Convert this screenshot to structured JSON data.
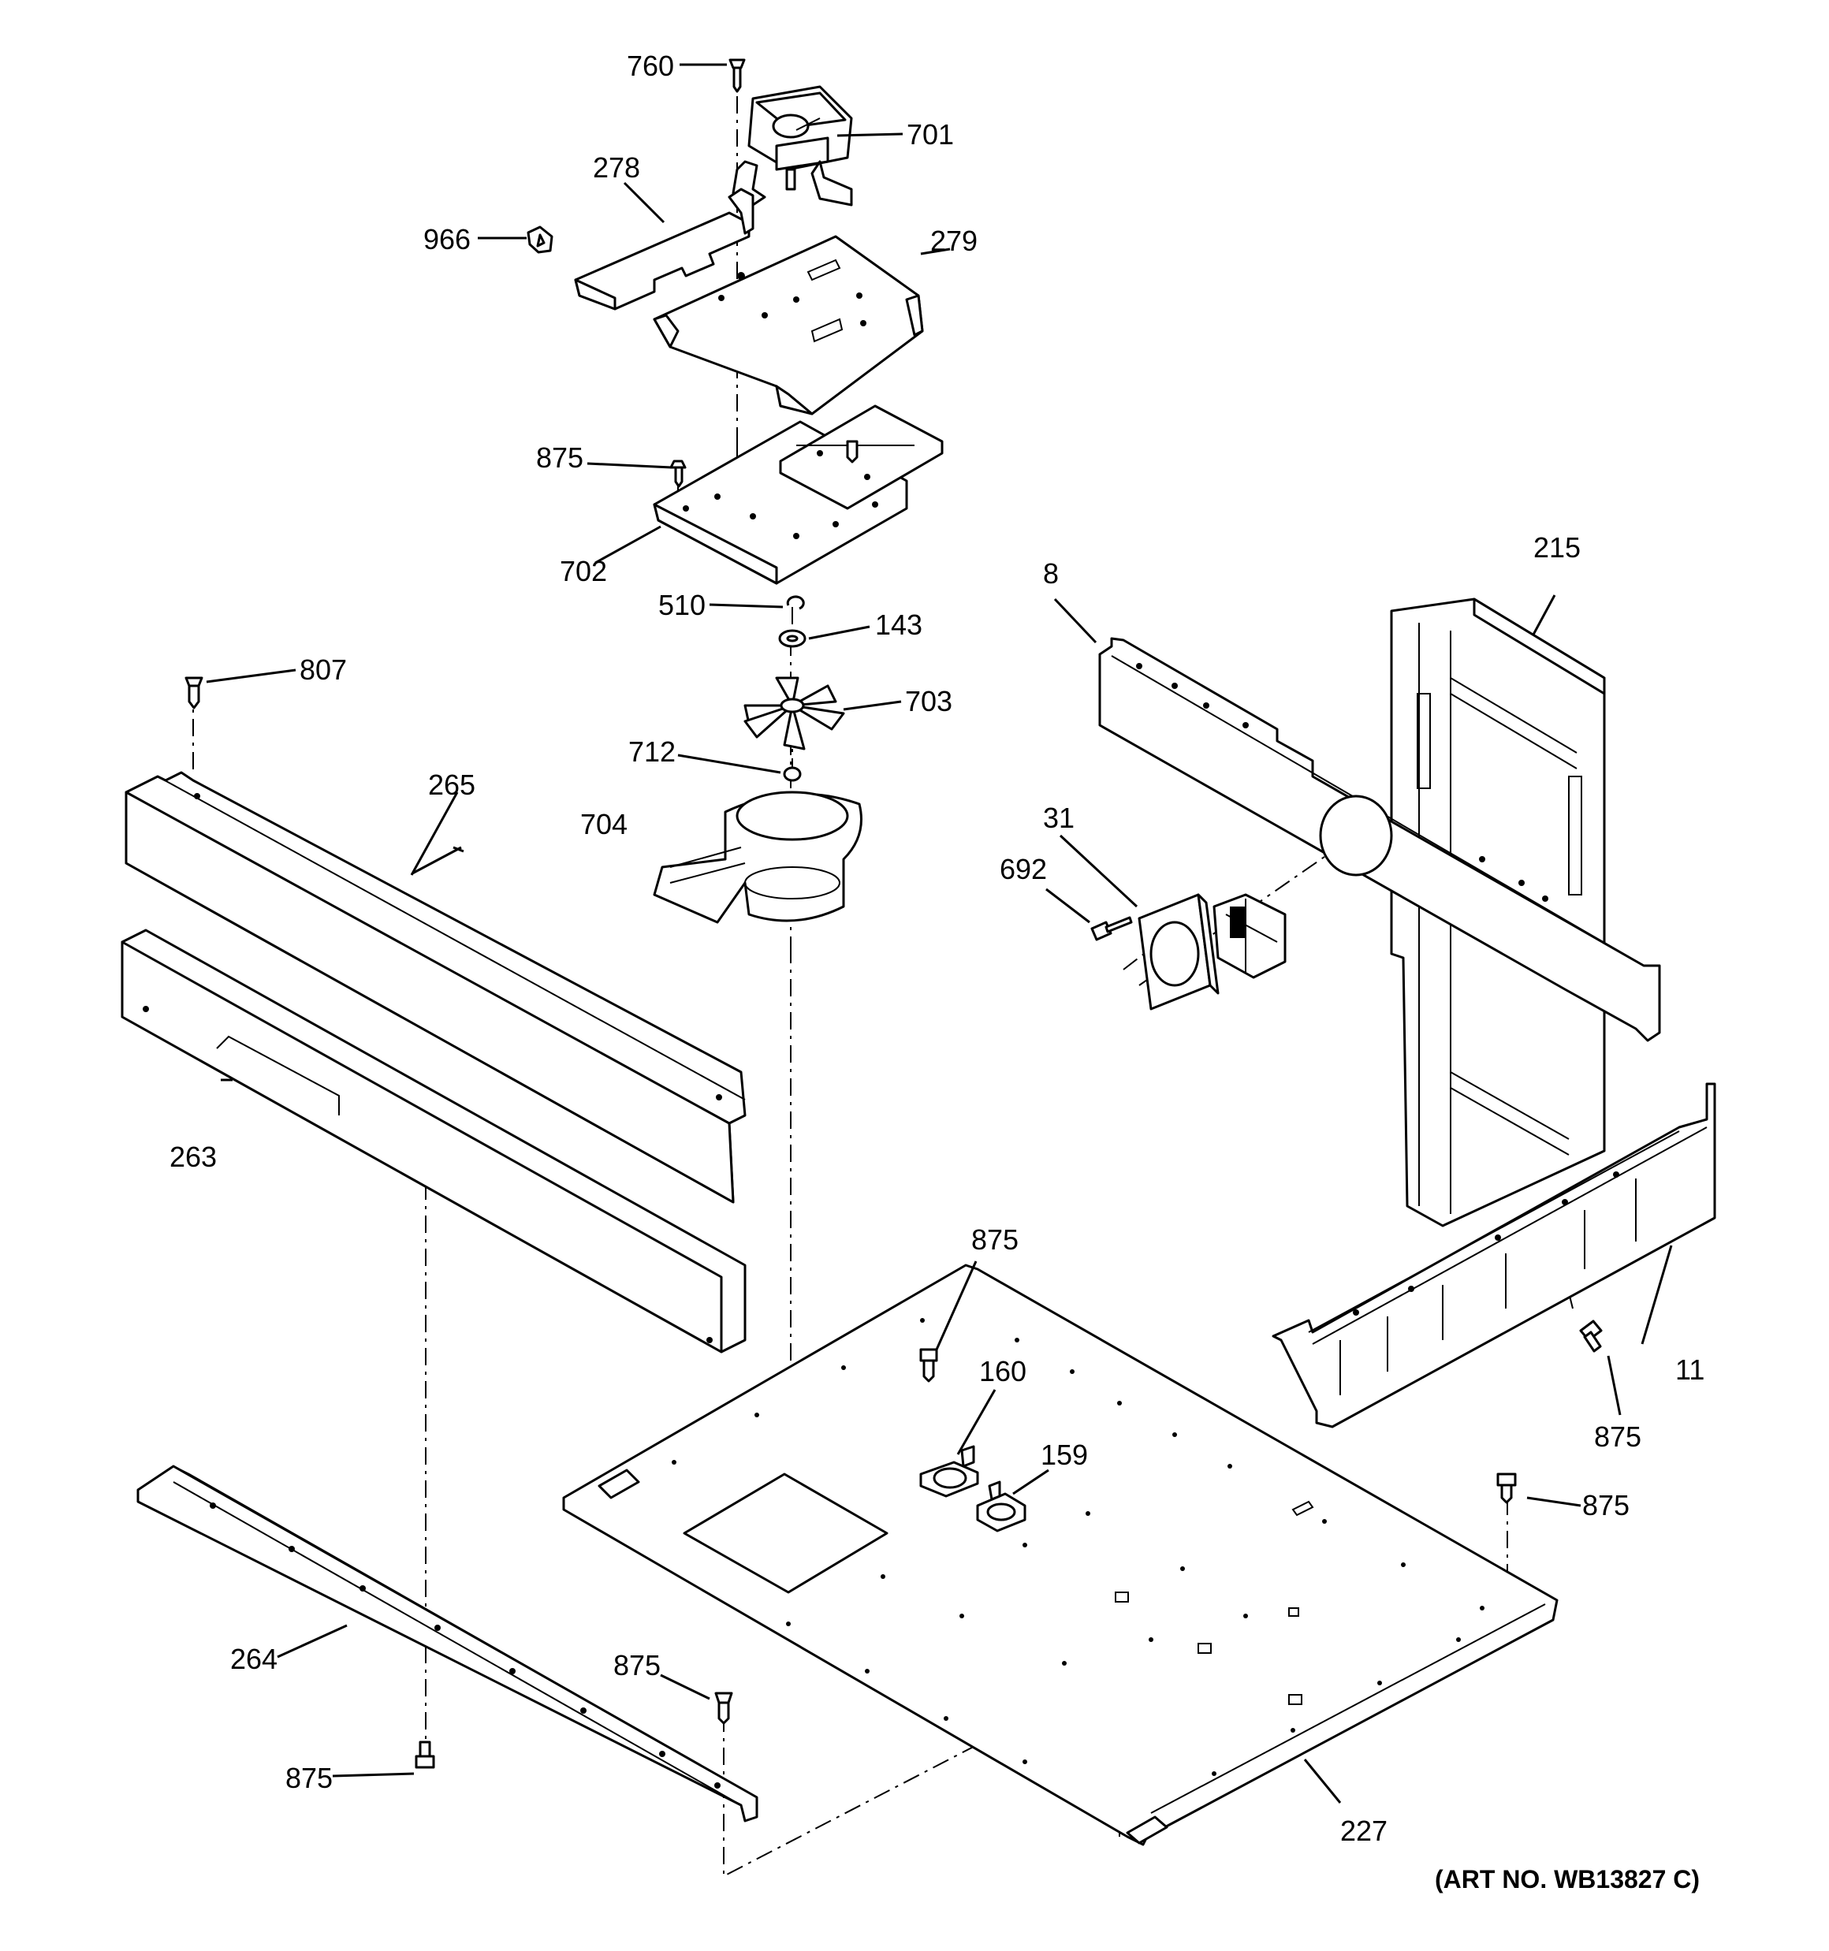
{
  "callouts": {
    "p760": "760",
    "p701": "701",
    "p278": "278",
    "p966": "966",
    "p279": "279",
    "p875_a": "875",
    "p702": "702",
    "p510": "510",
    "p143": "143",
    "p807": "807",
    "p703": "703",
    "p712": "712",
    "p265": "265",
    "p704": "704",
    "p263": "263",
    "p215": "215",
    "p8": "8",
    "p31": "31",
    "p692": "692",
    "p875_b": "875",
    "p160": "160",
    "p159": "159",
    "p11": "11",
    "p875_c": "875",
    "p875_d": "875",
    "p264": "264",
    "p875_e": "875",
    "p875_f": "875",
    "p227": "227"
  },
  "art_number": "(ART NO. WB13827 C)"
}
